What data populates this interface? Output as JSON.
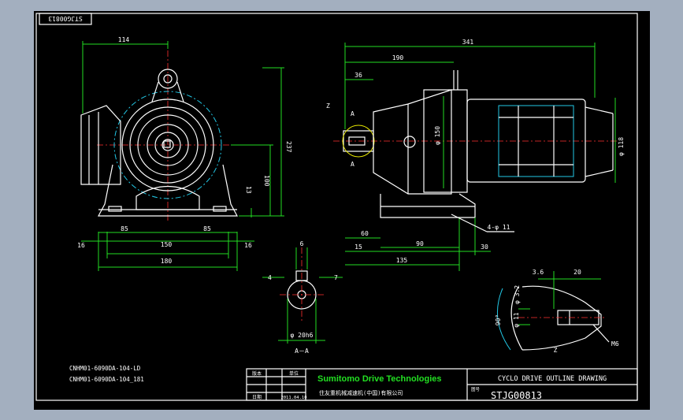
{
  "drawing": {
    "corner_tag": "STJG00813",
    "title": "CYCLO DRIVE OUTLINE DRAWING",
    "drawing_no": "STJG00813",
    "brand_name": "Sumitomo Drive Technologies",
    "brand_sub": "住友重机械减速机(中国)有限公司",
    "model_lines": [
      "CNHM01-6090DA-104-LD",
      "CNHM01-6090DA-104_181"
    ],
    "tb_label_version": "版本",
    "tb_label_unit": "单位",
    "tb_label_date": "日期",
    "tb_date": "2011.04.10",
    "tb_label_no": "图号",
    "section_label": "A－A",
    "detail_label": "Z",
    "section_marker": "A"
  },
  "dimensions": {
    "d114": "114",
    "d341": "341",
    "d190": "190",
    "d36": "36",
    "d237": "237",
    "d100": "100",
    "d13": "13",
    "d16a": "16",
    "d85a": "85",
    "d85b": "85",
    "d16b": "16",
    "d150": "150",
    "d180": "180",
    "dphi150": "φ 150",
    "dphi118": "φ 118",
    "d60": "60",
    "d15": "15",
    "d90": "90",
    "d135": "135",
    "d30": "30",
    "d4phi11": "4-φ 11",
    "d6": "6",
    "d4": "4",
    "d7": "7",
    "dphi20h6": "φ 20h6",
    "d3_6": "3.6",
    "d20": "20",
    "dphi3_2": "φ 3.2",
    "dphi11": "φ 11",
    "d90deg": "90°",
    "dm6": "M6"
  }
}
